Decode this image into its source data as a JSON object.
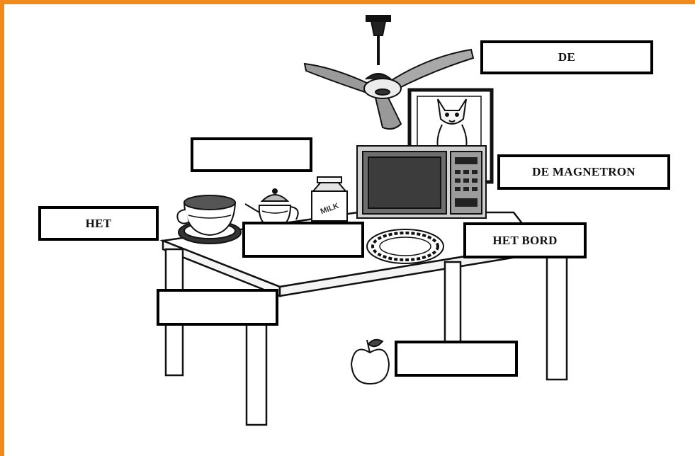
{
  "page": {
    "border_color": "#f08a1c"
  },
  "labels": {
    "fan": "DE",
    "top_left": "",
    "microwave": "DE MAGNETRON",
    "cup": "HET",
    "teapot": "",
    "plate": "HET BORD",
    "table": "",
    "apple": ""
  },
  "scene_text": {
    "milk_carton": "MILK"
  },
  "objects": [
    "ceiling-fan",
    "cat-picture-frame",
    "microwave",
    "cup-and-saucer",
    "teapot",
    "milk-carton",
    "plate",
    "table",
    "apple"
  ]
}
